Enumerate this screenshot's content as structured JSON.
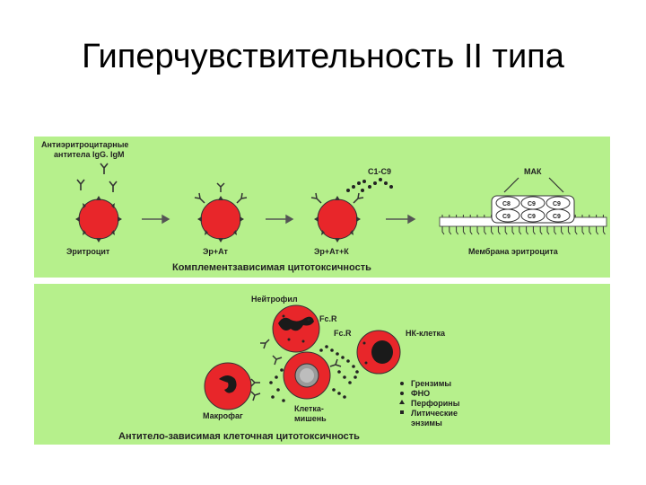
{
  "title": "Гиперчувствительность II типа",
  "top_panel": {
    "antibody_label_line1": "Антиэритроцитарные",
    "antibody_label_line2": "антитела IgG. IgM",
    "complement_label": "C1-C9",
    "mac_label": "МАК",
    "mac_cells": [
      "C8",
      "C9",
      "C9",
      "C9",
      "C9",
      "C9"
    ],
    "stage_labels": [
      "Эритроцит",
      "Эр+Ат",
      "Эр+Ат+К",
      "Мембрана эритроцита"
    ],
    "caption": "Комплементзависимая цитотоксичность"
  },
  "bottom_panel": {
    "neutrophil_label": "Нейтрофил",
    "fcr_label_1": "Fc.R",
    "fcr_label_2": "Fc.R",
    "nk_label": "НК-клетка",
    "macrophage_label": "Макрофаг",
    "target_label_line1": "Клетка-",
    "target_label_line2": "мишень",
    "legend": [
      "Грензимы",
      "ФНО",
      "Перфорины",
      "Литические",
      "энзимы"
    ],
    "caption": "Антитело-зависимая клеточная цитотоксичность"
  },
  "colors": {
    "panel_bg": "#b6f08c",
    "cell_red": "#e8262a",
    "nucleus": "#1a1a1a",
    "outline": "#333333"
  }
}
